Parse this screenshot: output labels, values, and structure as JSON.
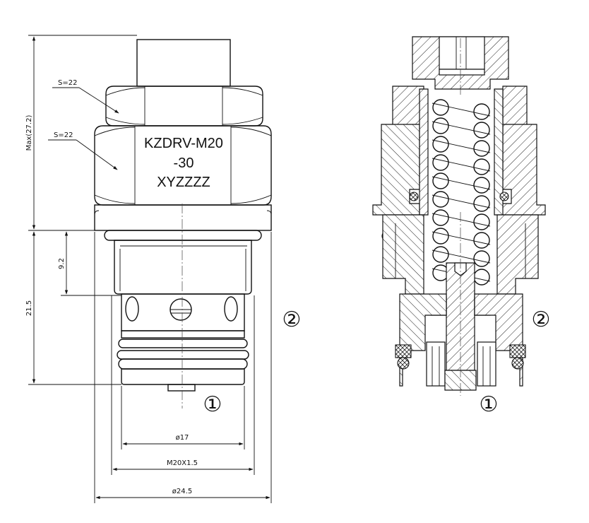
{
  "labels": {
    "hex_top_size": "S=22",
    "hex_body_size": "S=22",
    "marking_line1": "KZDRV-M20",
    "marking_line2": "-30",
    "marking_line3": "XYZZZZ",
    "max_length": "Max(27.2)",
    "dim_height_9_2": "9.2",
    "dim_height_21_5": "21.5",
    "dia_17": "ø17",
    "thread": "M20X1.5",
    "dia_24_5": "ø24.5",
    "port1_left": "①",
    "port2_left": "②",
    "port1_right": "①",
    "port2_right": "②"
  }
}
